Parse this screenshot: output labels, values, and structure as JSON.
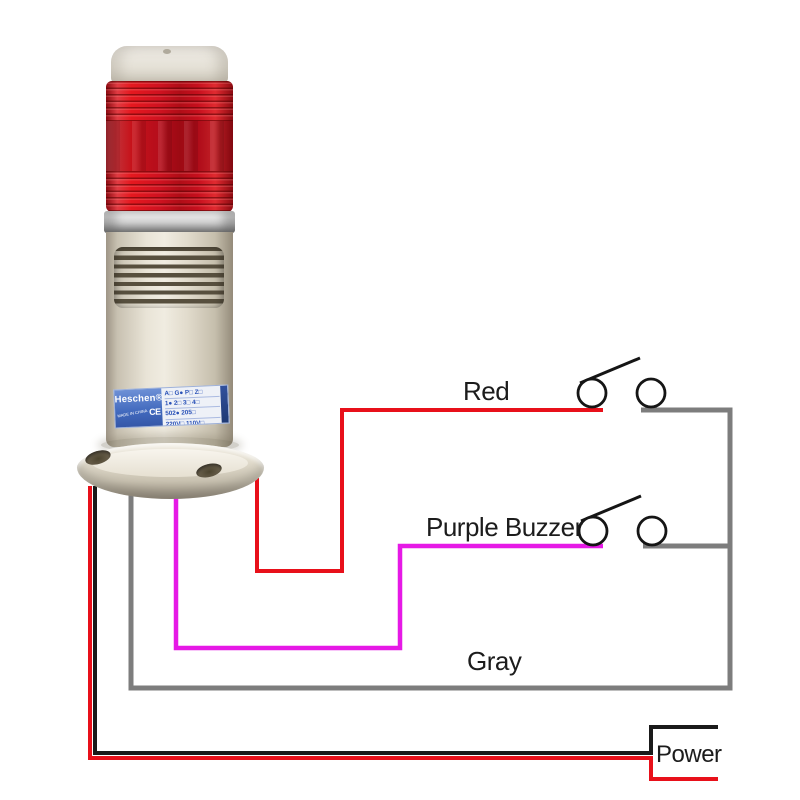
{
  "diagram": {
    "wire_labels": {
      "red": "Red",
      "purple": "Purple Buzzer",
      "gray": "Gray",
      "power": "Power"
    },
    "colors": {
      "red_wire": "#e8101a",
      "purple_wire": "#e619e6",
      "gray_wire": "#7d7d7d",
      "black_wire": "#1a1a1a",
      "switch_stroke": "#151515"
    }
  },
  "device": {
    "brand": "Heschen®",
    "origin_text": "MADE IN CHINA",
    "ce_text": "CE",
    "spec_rows": [
      "A□ G● P□ Z□",
      "1● 2□ 3□ 4□",
      "502●  205□",
      "220V□  110V□"
    ]
  }
}
